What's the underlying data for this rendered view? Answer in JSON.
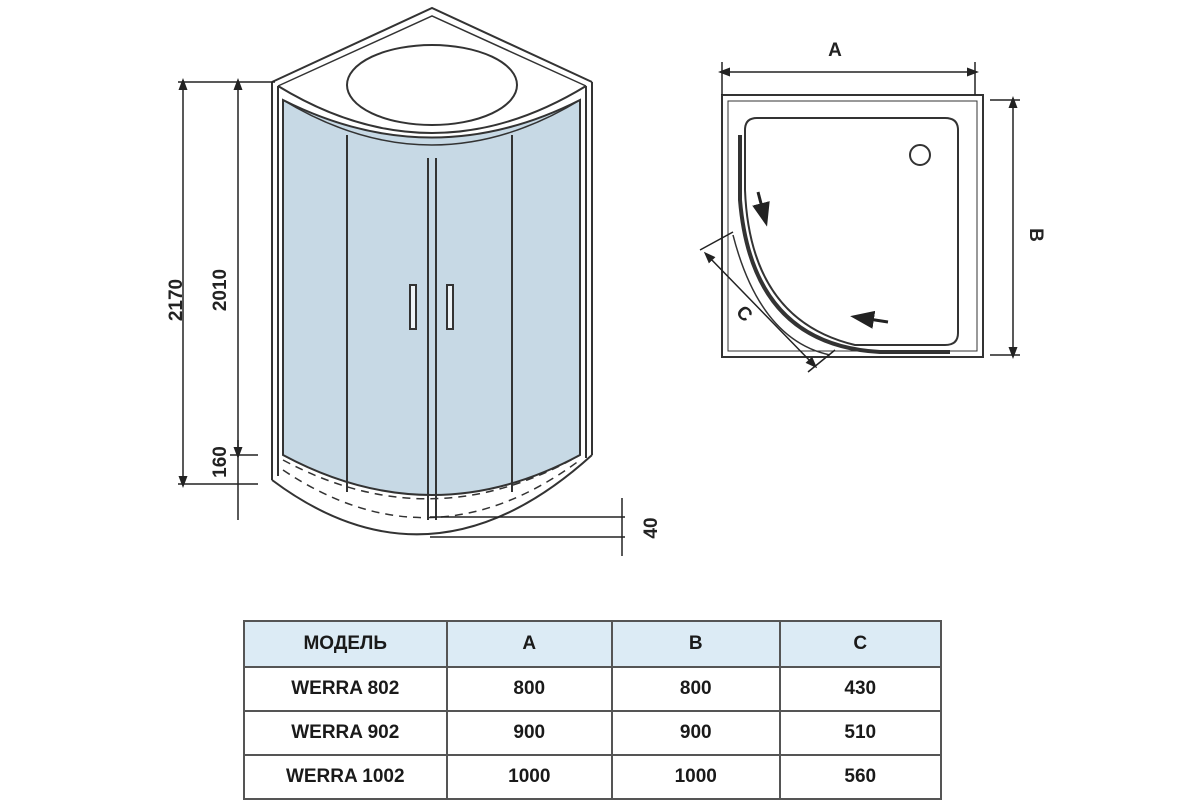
{
  "front_view": {
    "dim_total_height": "2170",
    "dim_glass_height": "2010",
    "dim_tray_height": "160",
    "dim_tray_depth": "40",
    "glass_color": "#c7d9e5"
  },
  "plan_view": {
    "label_a": "A",
    "label_b": "B",
    "label_c": "C"
  },
  "table": {
    "headers": [
      "МОДЕЛЬ",
      "A",
      "B",
      "C"
    ],
    "rows": [
      [
        "WERRA 802",
        "800",
        "800",
        "430"
      ],
      [
        "WERRA 902",
        "900",
        "900",
        "510"
      ],
      [
        "WERRA 1002",
        "1000",
        "1000",
        "560"
      ]
    ],
    "header_color": "#dcebf5"
  }
}
